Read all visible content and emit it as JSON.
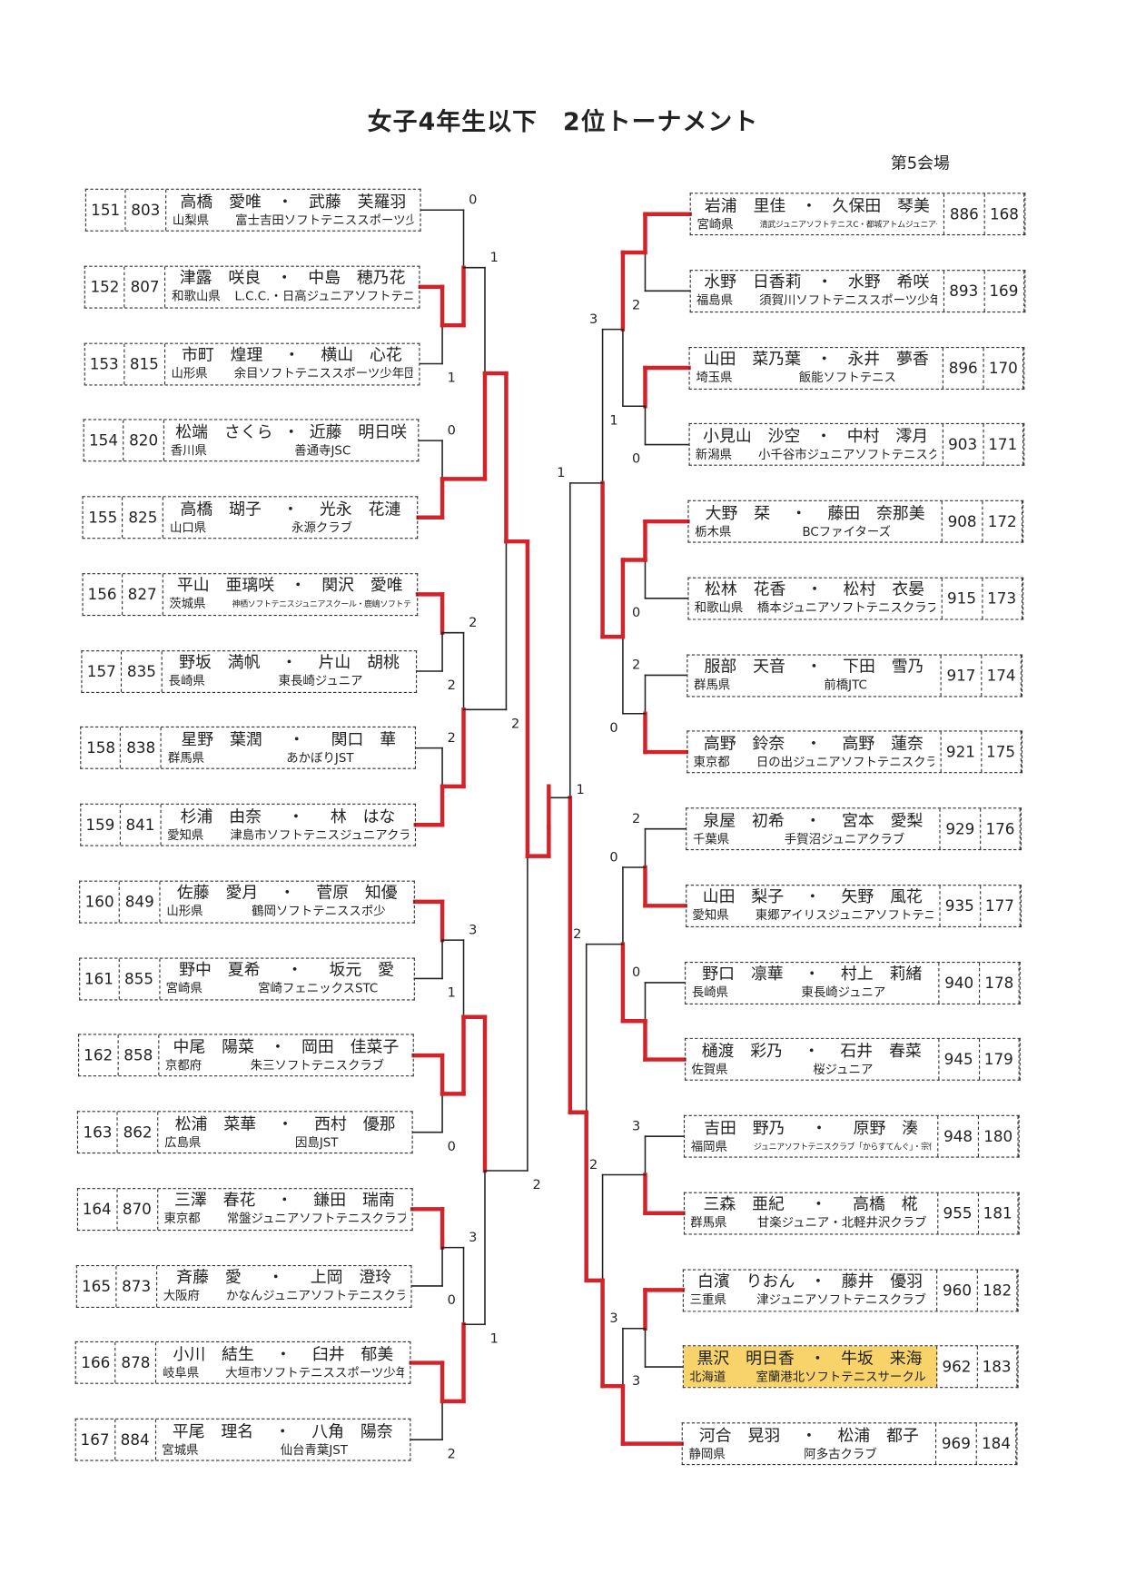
{
  "title": "女子4年生以下　2位トーナメント",
  "venue": "第5会場",
  "colors": {
    "winner_line": "#d2232a",
    "highlight": "#f7d36a"
  },
  "left": {
    "entries": [
      {
        "seed": "151",
        "id": "803",
        "p1": "高橋　愛唯",
        "p2": "武藤　芙羅羽",
        "pref": "山梨県",
        "club": "富士吉田ソフトテニススポーツ少年団"
      },
      {
        "seed": "152",
        "id": "807",
        "p1": "津露　咲良",
        "p2": "中島　穂乃花",
        "pref": "和歌山県",
        "club": "L.C.C.・日高ジュニアソフトテニスクラブ"
      },
      {
        "seed": "153",
        "id": "815",
        "p1": "市町　煌理",
        "p2": "横山　心花",
        "pref": "山形県",
        "club": "余目ソフトテニススポーツ少年団"
      },
      {
        "seed": "154",
        "id": "820",
        "p1": "松端　さくら",
        "p2": "近藤　明日咲",
        "pref": "香川県",
        "club": "善通寺JSC"
      },
      {
        "seed": "155",
        "id": "825",
        "p1": "高橋　瑚子",
        "p2": "光永　花漣",
        "pref": "山口県",
        "club": "永源クラブ"
      },
      {
        "seed": "156",
        "id": "827",
        "p1": "平山　亜璃咲",
        "p2": "関沢　愛唯",
        "pref": "茨城県",
        "club": "神栖ソフトテニスジュニアスクール・鹿嶋ソフトテニススポーツ少年団"
      },
      {
        "seed": "157",
        "id": "835",
        "p1": "野坂　満帆",
        "p2": "片山　胡桃",
        "pref": "長崎県",
        "club": "東長崎ジュニア"
      },
      {
        "seed": "158",
        "id": "838",
        "p1": "星野　葉潤",
        "p2": "関口　華",
        "pref": "群馬県",
        "club": "あかぼりJST"
      },
      {
        "seed": "159",
        "id": "841",
        "p1": "杉浦　由奈",
        "p2": "林　はな",
        "pref": "愛知県",
        "club": "津島市ソフトテニスジュニアクラブ"
      },
      {
        "seed": "160",
        "id": "849",
        "p1": "佐藤　愛月",
        "p2": "菅原　知優",
        "pref": "山形県",
        "club": "鶴岡ソフトテニススポ少"
      },
      {
        "seed": "161",
        "id": "855",
        "p1": "野中　夏希",
        "p2": "坂元　愛",
        "pref": "宮崎県",
        "club": "宮崎フェニックスSTC"
      },
      {
        "seed": "162",
        "id": "858",
        "p1": "中尾　陽菜",
        "p2": "岡田　佳菜子",
        "pref": "京都府",
        "club": "朱三ソフトテニスクラブ"
      },
      {
        "seed": "163",
        "id": "862",
        "p1": "松浦　菜華",
        "p2": "西村　優那",
        "pref": "広島県",
        "club": "因島JST"
      },
      {
        "seed": "164",
        "id": "870",
        "p1": "三澤　春花",
        "p2": "鎌田　瑞南",
        "pref": "東京都",
        "club": "常盤ジュニアソフトテニスクラブ"
      },
      {
        "seed": "165",
        "id": "873",
        "p1": "斉藤　愛",
        "p2": "上岡　澄玲",
        "pref": "大阪府",
        "club": "かなんジュニアソフトテニスクラブ"
      },
      {
        "seed": "166",
        "id": "878",
        "p1": "小川　結生",
        "p2": "臼井　郁美",
        "pref": "岐阜県",
        "club": "大垣市ソフトテニススポーツ少年団"
      },
      {
        "seed": "167",
        "id": "884",
        "p1": "平尾　理名",
        "p2": "八角　陽奈",
        "pref": "宮城県",
        "club": "仙台青葉JST"
      }
    ],
    "tree": {
      "m": [
        {
          "m": [
            {
              "m": [
                {
                  "m": [
                    "151",
                    {
                      "m": [
                        "152",
                        "153"
                      ],
                      "s": [
                        null,
                        1
                      ],
                      "w": 0
                    }
                  ],
                  "s": [
                    0,
                    null
                  ],
                  "w": 1
                },
                {
                  "m": [
                    "154",
                    "155"
                  ],
                  "s": [
                    0,
                    null
                  ],
                  "w": 1
                }
              ],
              "s": [
                1,
                null
              ],
              "w": 1
            },
            {
              "m": [
                {
                  "m": [
                    "156",
                    "157"
                  ],
                  "s": [
                    null,
                    2
                  ],
                  "w": 0
                },
                {
                  "m": [
                    "158",
                    "159"
                  ],
                  "s": [
                    2,
                    null
                  ],
                  "w": 1
                }
              ],
              "s": [
                2,
                null
              ],
              "w": 1
            }
          ],
          "s": [
            null,
            2
          ],
          "w": 0
        },
        {
          "m": [
            {
              "m": [
                {
                  "m": [
                    "160",
                    "161"
                  ],
                  "s": [
                    null,
                    1
                  ],
                  "w": 0
                },
                {
                  "m": [
                    "162",
                    "163"
                  ],
                  "s": [
                    null,
                    0
                  ],
                  "w": 0
                }
              ],
              "s": [
                3,
                null
              ],
              "w": 1
            },
            {
              "m": [
                {
                  "m": [
                    "164",
                    "165"
                  ],
                  "s": [
                    null,
                    0
                  ],
                  "w": 0
                },
                {
                  "m": [
                    "166",
                    "167"
                  ],
                  "s": [
                    null,
                    2
                  ],
                  "w": 0
                }
              ],
              "s": [
                3,
                null
              ],
              "w": 1
            }
          ],
          "s": [
            null,
            1
          ],
          "w": 0
        }
      ],
      "s": [
        null,
        2
      ],
      "w": 0
    }
  },
  "right": {
    "entries": [
      {
        "seed": "168",
        "id": "886",
        "p1": "岩浦　里佳",
        "p2": "久保田　琴美",
        "pref": "宮崎県",
        "club": "清武ジュニアソフトテニスC・都城アトムジュニアクラブ"
      },
      {
        "seed": "169",
        "id": "893",
        "p1": "水野　日香莉",
        "p2": "水野　希咲",
        "pref": "福島県",
        "club": "須賀川ソフトテニススポーツ少年団"
      },
      {
        "seed": "170",
        "id": "896",
        "p1": "山田　菜乃葉",
        "p2": "永井　夢香",
        "pref": "埼玉県",
        "club": "飯能ソフトテニス"
      },
      {
        "seed": "171",
        "id": "903",
        "p1": "小見山　沙空",
        "p2": "中村　澪月",
        "pref": "新潟県",
        "club": "小千谷市ジュニアソフトテニスクラブ"
      },
      {
        "seed": "172",
        "id": "908",
        "p1": "大野　栞",
        "p2": "藤田　奈那美",
        "pref": "栃木県",
        "club": "BCファイターズ"
      },
      {
        "seed": "173",
        "id": "915",
        "p1": "松林　花香",
        "p2": "松村　衣晏",
        "pref": "和歌山県",
        "club": "橋本ジュニアソフトテニスクラブ"
      },
      {
        "seed": "174",
        "id": "917",
        "p1": "服部　天音",
        "p2": "下田　雪乃",
        "pref": "群馬県",
        "club": "前橋JTC"
      },
      {
        "seed": "175",
        "id": "921",
        "p1": "高野　鈴奈",
        "p2": "高野　蓮奈",
        "pref": "東京都",
        "club": "日の出ジュニアソフトテニスクラブ"
      },
      {
        "seed": "176",
        "id": "929",
        "p1": "泉屋　初希",
        "p2": "宮本　愛梨",
        "pref": "千葉県",
        "club": "手賀沼ジュニアクラブ"
      },
      {
        "seed": "177",
        "id": "935",
        "p1": "山田　梨子",
        "p2": "矢野　風花",
        "pref": "愛知県",
        "club": "東郷アイリスジュニアソフトテニスクラブ"
      },
      {
        "seed": "178",
        "id": "940",
        "p1": "野口　凛華",
        "p2": "村上　莉緒",
        "pref": "長崎県",
        "club": "東長崎ジュニア"
      },
      {
        "seed": "179",
        "id": "945",
        "p1": "樋渡　彩乃",
        "p2": "石井　春菜",
        "pref": "佐賀県",
        "club": "桜ジュニア"
      },
      {
        "seed": "180",
        "id": "948",
        "p1": "吉田　野乃",
        "p2": "原野　湊",
        "pref": "福岡県",
        "club": "ジュニアソフトテニスクラブ「からすてんぐ」・宗像ジュニアソフトテニスクラブ"
      },
      {
        "seed": "181",
        "id": "955",
        "p1": "三森　亜紀",
        "p2": "高橋　椛",
        "pref": "群馬県",
        "club": "甘楽ジュニア・北軽井沢クラブ"
      },
      {
        "seed": "182",
        "id": "960",
        "p1": "白濱　りおん",
        "p2": "藤井　優羽",
        "pref": "三重県",
        "club": "津ジュニアソフトテニスクラブ"
      },
      {
        "seed": "183",
        "id": "962",
        "p1": "黒沢　明日香",
        "p2": "牛坂　来海",
        "pref": "北海道",
        "club": "室蘭港北ソフトテニスサークル",
        "highlighted": true
      },
      {
        "seed": "184",
        "id": "969",
        "p1": "河合　晃羽",
        "p2": "松浦　都子",
        "pref": "静岡県",
        "club": "阿多古クラブ"
      }
    ],
    "tree": {
      "m": [
        {
          "m": [
            {
              "m": [
                {
                  "m": [
                    "168",
                    "169"
                  ],
                  "s": [
                    null,
                    2
                  ],
                  "w": 0
                },
                {
                  "m": [
                    "170",
                    "171"
                  ],
                  "s": [
                    null,
                    0
                  ],
                  "w": 0
                }
              ],
              "s": [
                null,
                1
              ],
              "w": 0
            },
            {
              "m": [
                {
                  "m": [
                    "172",
                    "173"
                  ],
                  "s": [
                    null,
                    0
                  ],
                  "w": 0
                },
                {
                  "m": [
                    "174",
                    "175"
                  ],
                  "s": [
                    2,
                    null
                  ],
                  "w": 1
                }
              ],
              "s": [
                null,
                0
              ],
              "w": 0
            }
          ],
          "s": [
            3,
            null
          ],
          "w": 1
        },
        {
          "m": [
            {
              "m": [
                {
                  "m": [
                    "176",
                    "177"
                  ],
                  "s": [
                    2,
                    null
                  ],
                  "w": 1
                },
                {
                  "m": [
                    "178",
                    "179"
                  ],
                  "s": [
                    0,
                    null
                  ],
                  "w": 1
                }
              ],
              "s": [
                0,
                null
              ],
              "w": 1
            },
            {
              "m": [
                {
                  "m": [
                    "180",
                    "181"
                  ],
                  "s": [
                    3,
                    null
                  ],
                  "w": 1
                },
                {
                  "m": [
                    {
                      "m": [
                        "182",
                        "183"
                      ],
                      "s": [
                        null,
                        3
                      ],
                      "w": 0
                    },
                    "184"
                  ],
                  "s": [
                    3,
                    null
                  ],
                  "w": 1
                }
              ],
              "s": [
                2,
                null
              ],
              "w": 1
            }
          ],
          "s": [
            2,
            null
          ],
          "w": 1
        }
      ],
      "s": [
        1,
        null
      ],
      "w": 1
    }
  },
  "final": {
    "s": [
      null,
      1
    ],
    "w": 0
  }
}
